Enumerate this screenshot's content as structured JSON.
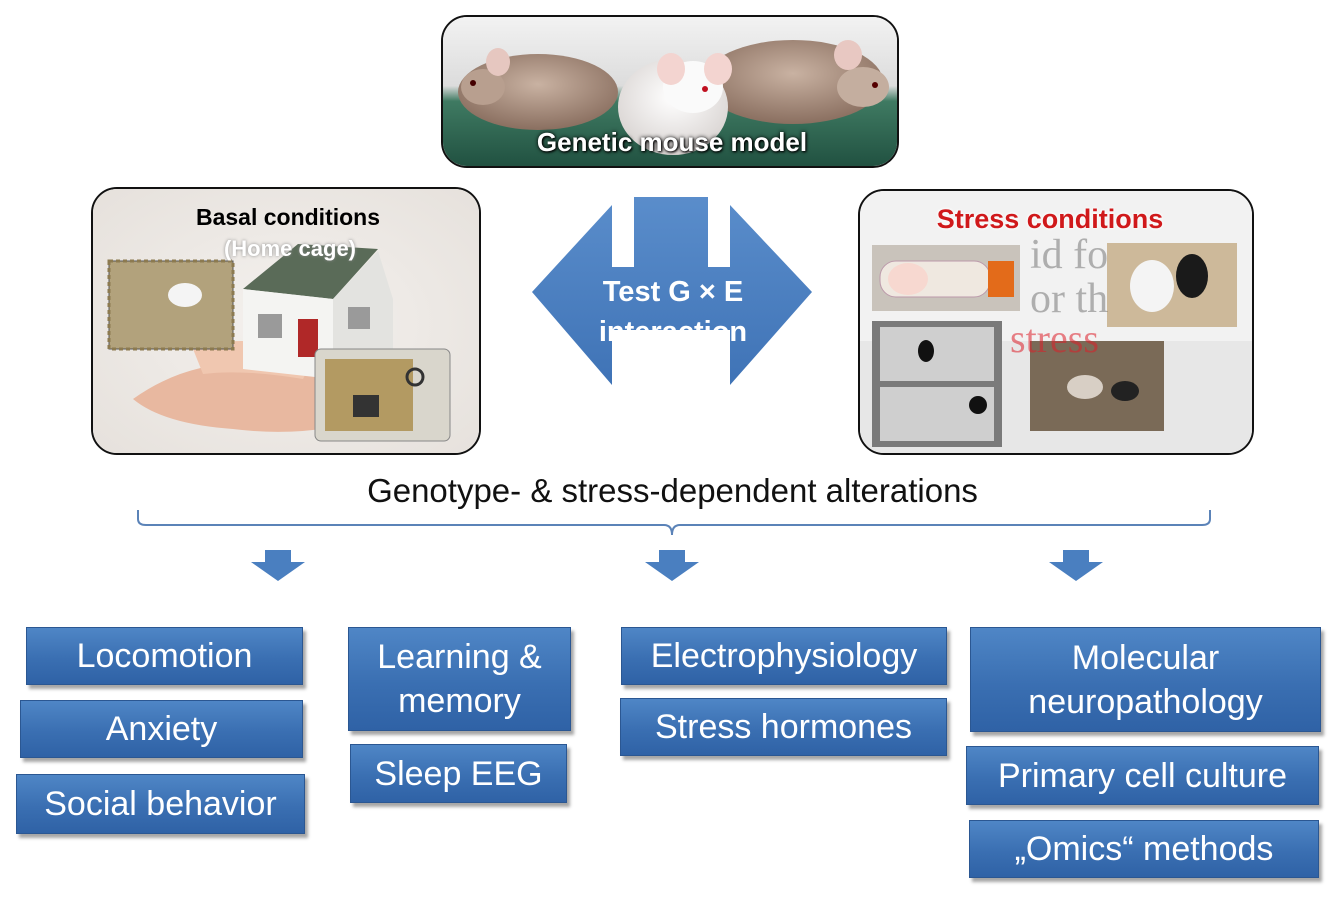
{
  "top_panel": {
    "caption": "Genetic mouse model"
  },
  "center": {
    "line1": "Test G × E",
    "line2": "interaction"
  },
  "left_panel": {
    "title": "Basal conditions",
    "subtitle": "(Home cage)"
  },
  "right_panel": {
    "title": "Stress conditions",
    "bg_words": [
      "id fo",
      "or th",
      "stress"
    ]
  },
  "alterations_label": "Genotype- & stress-dependent alterations",
  "boxes": {
    "locomotion": "Locomotion",
    "anxiety": "Anxiety",
    "social": "Social behavior",
    "learning": "Learning &\nmemory",
    "sleep": "Sleep EEG",
    "electro": "Electrophysiology",
    "hormones": "Stress hormones",
    "molecular": "Molecular\nneuropathology",
    "primary": "Primary cell culture",
    "omics": "„Omics“ methods"
  },
  "colors": {
    "arrow_blue": "#4a7fc0",
    "box_blue": "#3a6fb2",
    "stress_title": "#d0191b"
  }
}
